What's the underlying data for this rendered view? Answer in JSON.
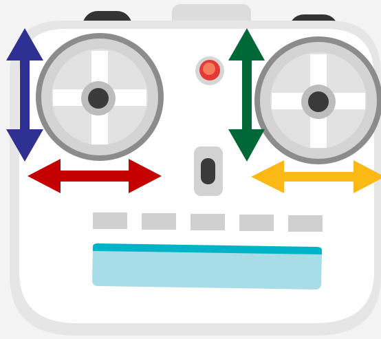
{
  "colors": {
    "background": "#f4f4f4",
    "body_fill": "#ffffff",
    "body_outline": "#e6e6e6",
    "shoulder_bump": "#333333",
    "antenna_tab": "#dcdcdc",
    "gimbal_outer": "#8c8c8c",
    "gimbal_face": "#d4d4d4",
    "gimbal_inner": "#e2e2e2",
    "gimbal_cross": "#ffffff",
    "stick_ring": "#bdbdbd",
    "stick_cap": "#3a3a3a",
    "power_led_ring": "#d6d6d6",
    "power_led": "#e53935",
    "power_led_highlight": "#f47c5c",
    "switch_body": "#d2d2d2",
    "switch_slot": "#3a3a3a",
    "button_keys": "#d0d0d0",
    "screen_edge": "#00b3c7",
    "screen_fill": "#a8dce6",
    "left_vertical_arrow": "#2e3192",
    "left_horizontal_arrow": "#c40000",
    "right_vertical_arrow": "#006837",
    "right_horizontal_arrow": "#fbb916"
  },
  "controls": {
    "left_gimbal": {
      "axes": [
        "vertical",
        "horizontal"
      ],
      "icon": "left-control-stick-icon"
    },
    "right_gimbal": {
      "axes": [
        "vertical",
        "horizontal"
      ],
      "icon": "right-control-stick-icon"
    },
    "power_led": {
      "state": "on",
      "icon": "power-led-icon"
    },
    "center_switch": {
      "icon": "toggle-switch-icon"
    },
    "key_row": {
      "count": 5
    },
    "display": {
      "icon": "lcd-screen-icon"
    }
  }
}
